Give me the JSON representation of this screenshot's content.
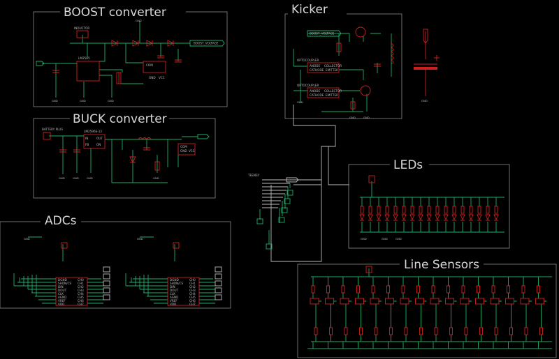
{
  "sections": {
    "boost": {
      "title": "BOOST converter",
      "parts": [
        "INDUCTOR",
        "BOOST_VOLTAGE",
        "LM2585",
        "COM",
        "GND",
        "VCC"
      ]
    },
    "buck": {
      "title": "BUCK converter",
      "parts": [
        "BATTERY PLUS",
        "LM2596S-12",
        "IN",
        "OUT",
        "FB",
        "ON",
        "GND",
        "COM",
        "GND",
        "VCC"
      ]
    },
    "kicker": {
      "title": "Kicker",
      "parts": [
        "OPTOCOUPLER",
        "ANODE",
        "CATHODE",
        "COLLECTOR",
        "EMITTER",
        "OPTOCOUPLER",
        "ANODE",
        "CATHODE",
        "COLLECTOR",
        "EMITTER",
        "BOOST_VOLTAGE"
      ]
    },
    "leds": {
      "title": "LEDs"
    },
    "adcs": {
      "title": "ADCs",
      "pins": [
        "DGND",
        "SHDN/CS",
        "DIN",
        "DOUT",
        "CLK",
        "AGND",
        "VREF",
        "VDD",
        "CH0",
        "CH1",
        "CH2",
        "CH3",
        "CH4",
        "CH5",
        "CH6",
        "CH7"
      ]
    },
    "line_sensors": {
      "title": "Line Sensors"
    }
  },
  "labels": {
    "gnd": "GND",
    "teensy": "TEENSY"
  },
  "colors": {
    "background": "#000000",
    "frame": "#8a8a8a",
    "wire": "#1faf6a",
    "component": "#d02020",
    "text": "#d8d8d8"
  }
}
